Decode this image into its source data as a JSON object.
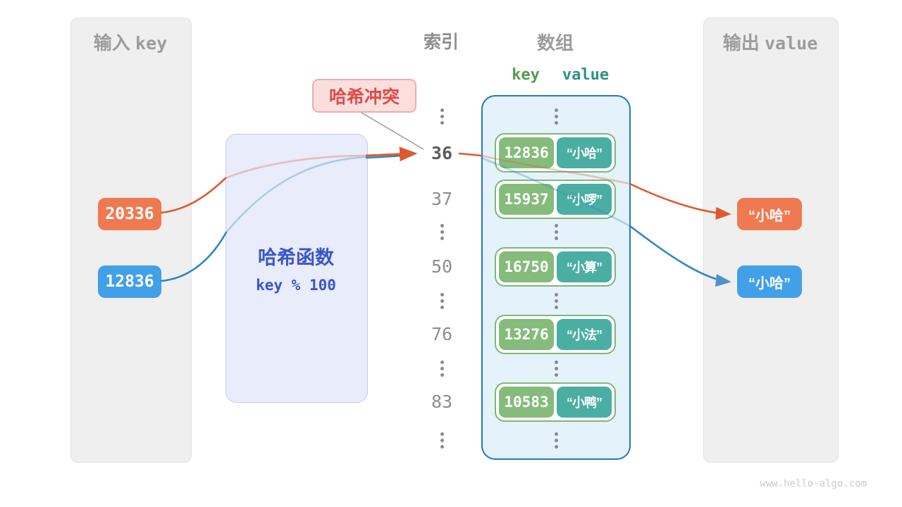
{
  "input_panel": {
    "title_cn": "输入",
    "title_en": "key",
    "keys": [
      {
        "value": "20336",
        "color": "#ef7a52"
      },
      {
        "value": "12836",
        "color": "#41a0e8"
      }
    ]
  },
  "hash_box": {
    "title": "哈希函数",
    "formula": "key % 100"
  },
  "collision_label": {
    "text": "哈希冲突"
  },
  "index_column": {
    "title": "索引",
    "values": [
      "36",
      "37",
      "50",
      "76",
      "83"
    ],
    "highlighted": "36"
  },
  "array_panel": {
    "title": "数组",
    "col_key": "key",
    "col_value": "value",
    "rows": [
      {
        "key": "12836",
        "value": "“小哈”"
      },
      {
        "key": "15937",
        "value": "“小啰”"
      },
      {
        "key": "16750",
        "value": "“小算”"
      },
      {
        "key": "13276",
        "value": "“小法”"
      },
      {
        "key": "10583",
        "value": "“小鸭”"
      }
    ]
  },
  "output_panel": {
    "title_cn": "输出",
    "title_en": "value",
    "values": [
      {
        "text": "“小哈”",
        "color": "#ef7a52"
      },
      {
        "text": "“小哈”",
        "color": "#41a0e8"
      }
    ]
  },
  "colors": {
    "orange_chip": "#ef7a52",
    "orange_line": "#e0592e",
    "blue_chip": "#41a0e8",
    "blue_line": "#2e86c1",
    "key_green": "#85bb7b",
    "value_teal": "#4aaea3",
    "array_border": "#2278be",
    "hash_text": "#3a55c9",
    "collision_red": "#df4b47"
  },
  "page": {
    "watermark": "www.hello-algo.com"
  }
}
